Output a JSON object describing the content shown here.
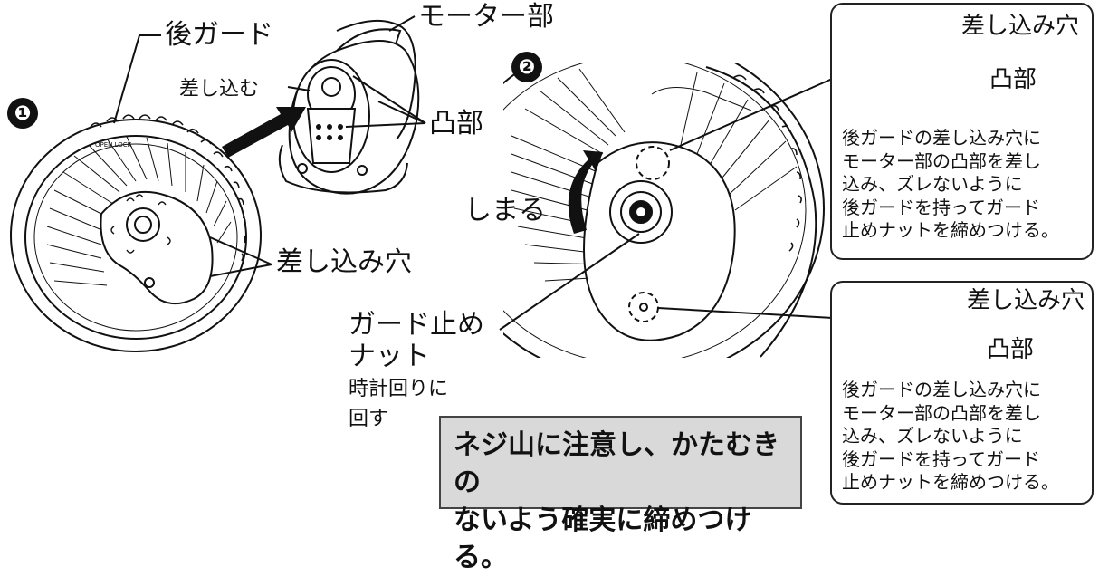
{
  "steps": {
    "step1": "❶",
    "step2": "❷"
  },
  "labels": {
    "rear_guard": "後ガード",
    "motor_unit": "モーター部",
    "insert": "差し込む",
    "boss_1": "凸部",
    "insert_hole_1": "差し込み穴",
    "tighten": "しまる",
    "guard_nut_line1": "ガード止め",
    "guard_nut_line2": "ナット",
    "clockwise_line1": "時計回りに",
    "clockwise_line2": "回す"
  },
  "callout_top": {
    "hole_label": "差し込み穴",
    "boss_label": "凸部",
    "text": "後ガードの差し込み穴に\nモーター部の凸部を差し\n込み、ズレないように\n後ガードを持ってガード\n止めナットを締めつける。"
  },
  "callout_bottom": {
    "hole_label": "差し込み穴",
    "boss_label": "凸部",
    "text": "後ガードの差し込み穴に\nモーター部の凸部を差し\n込み、ズレないように\n後ガードを持ってガード\n止めナットを締めつける。"
  },
  "warning": {
    "text": "ネジ山に注意し、かたむきの\nないよう確実に締めつける。"
  }
}
